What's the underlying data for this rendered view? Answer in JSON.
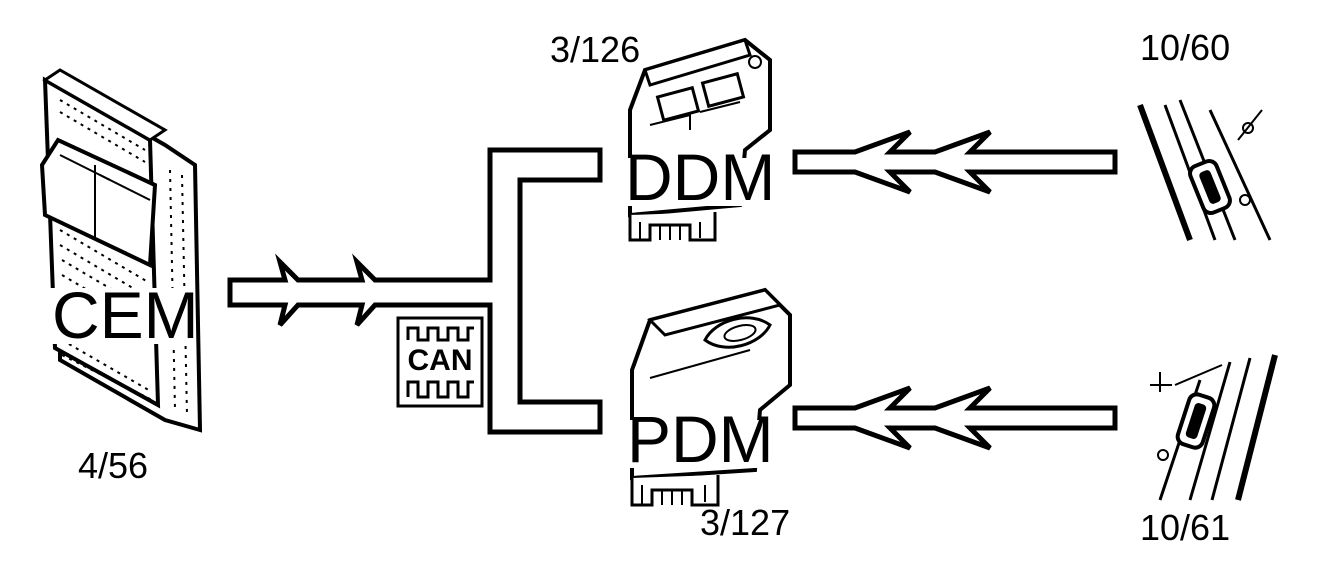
{
  "modules": {
    "cem": {
      "name": "CEM",
      "ref": "4/56"
    },
    "ddm": {
      "name": "DDM",
      "ref": "3/126"
    },
    "pdm": {
      "name": "PDM",
      "ref": "3/127"
    }
  },
  "can_label": "CAN",
  "switches": {
    "driver": {
      "ref": "10/60"
    },
    "passenger": {
      "ref": "10/61"
    }
  }
}
